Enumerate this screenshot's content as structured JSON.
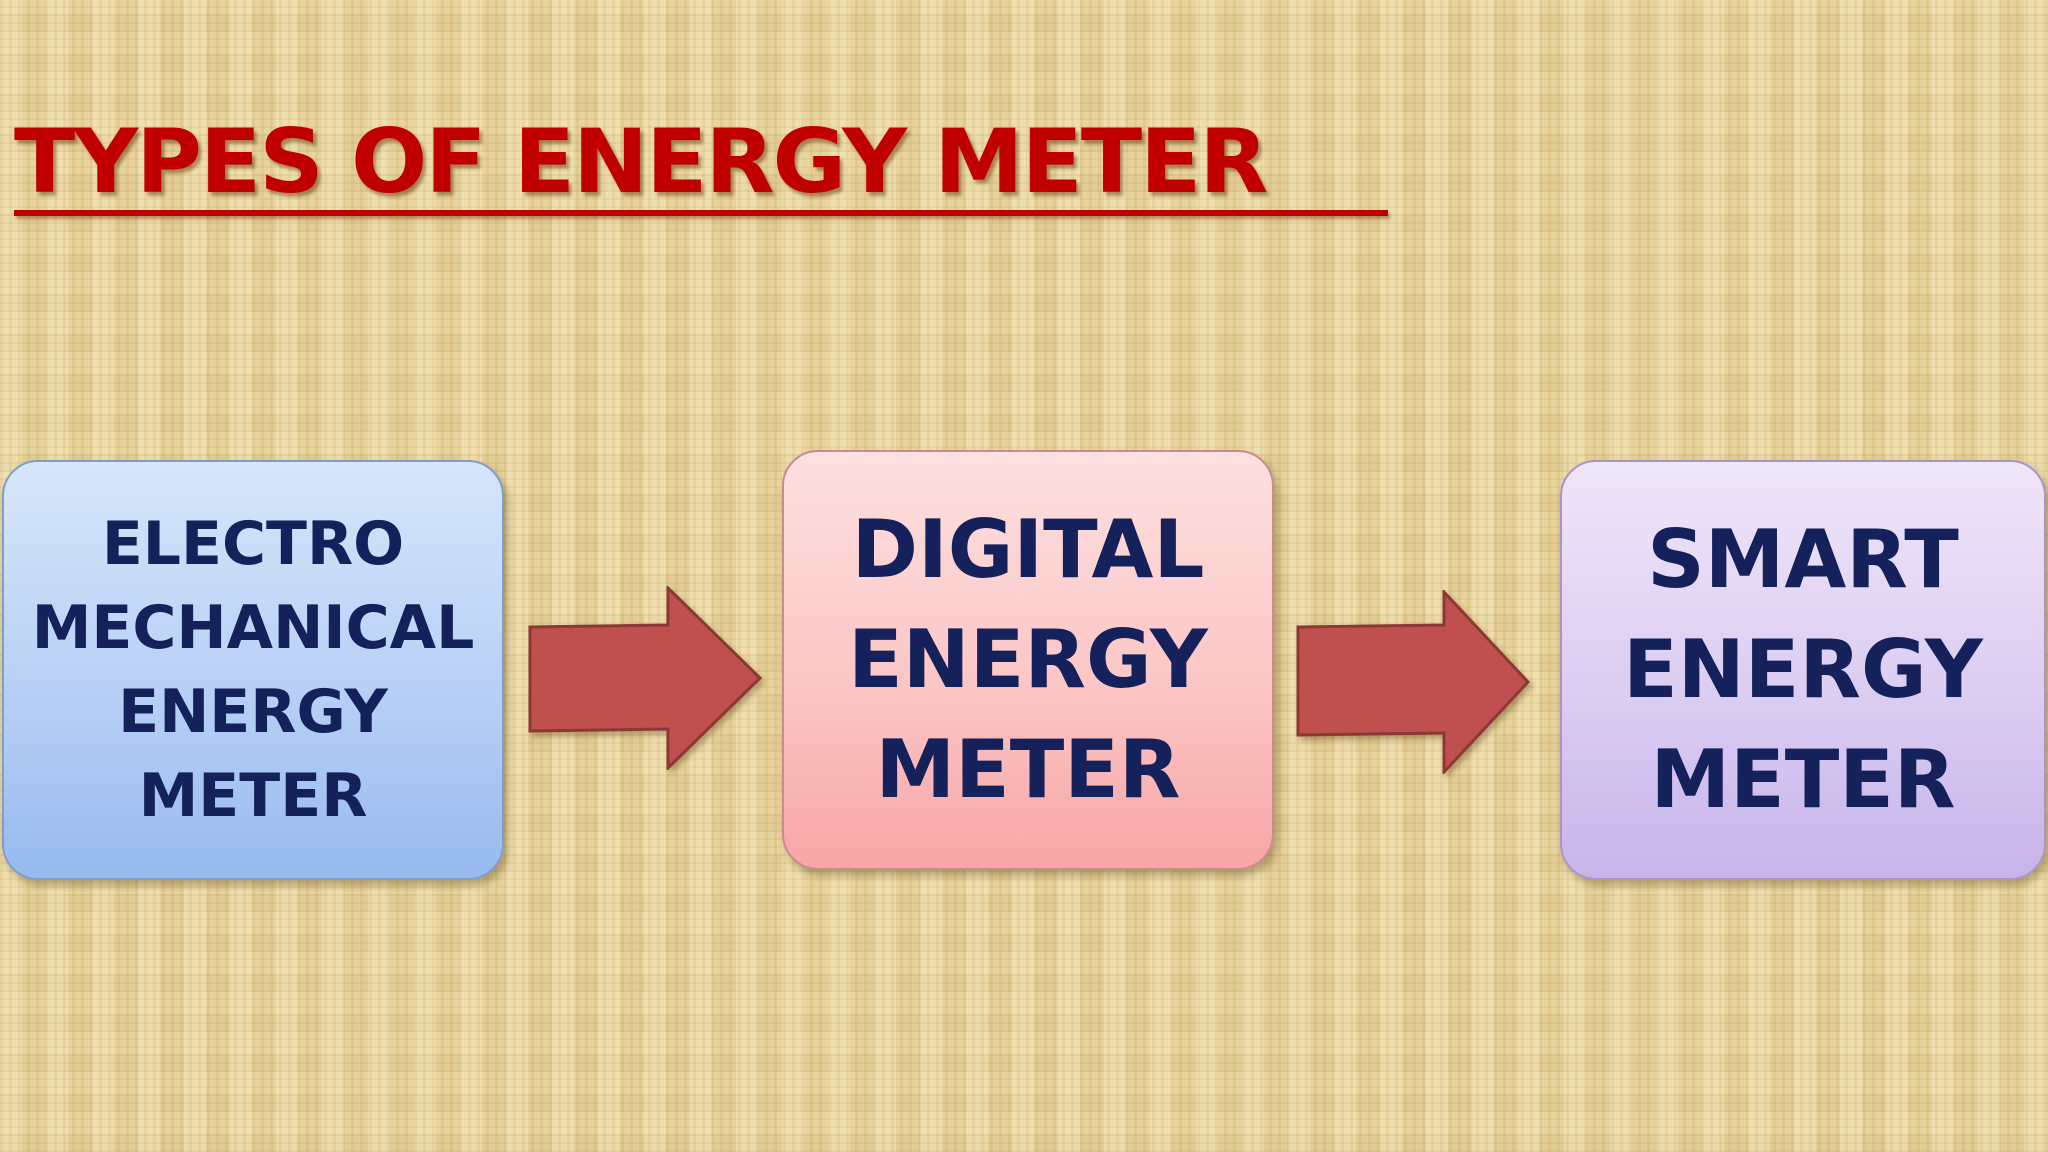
{
  "slide": {
    "title": "TYPES OF ENERGY METER"
  },
  "boxes": [
    {
      "lines": [
        "ELECTRO",
        "MECHANICAL",
        "ENERGY",
        "METER"
      ]
    },
    {
      "lines": [
        "DIGITAL",
        "ENERGY",
        "METER"
      ]
    },
    {
      "lines": [
        "SMART",
        "ENERGY",
        "METER"
      ]
    }
  ],
  "colors": {
    "title": "#c00000",
    "box_text": "#14215a",
    "arrow_fill": "#c0504d",
    "arrow_stroke": "#8c3836"
  }
}
